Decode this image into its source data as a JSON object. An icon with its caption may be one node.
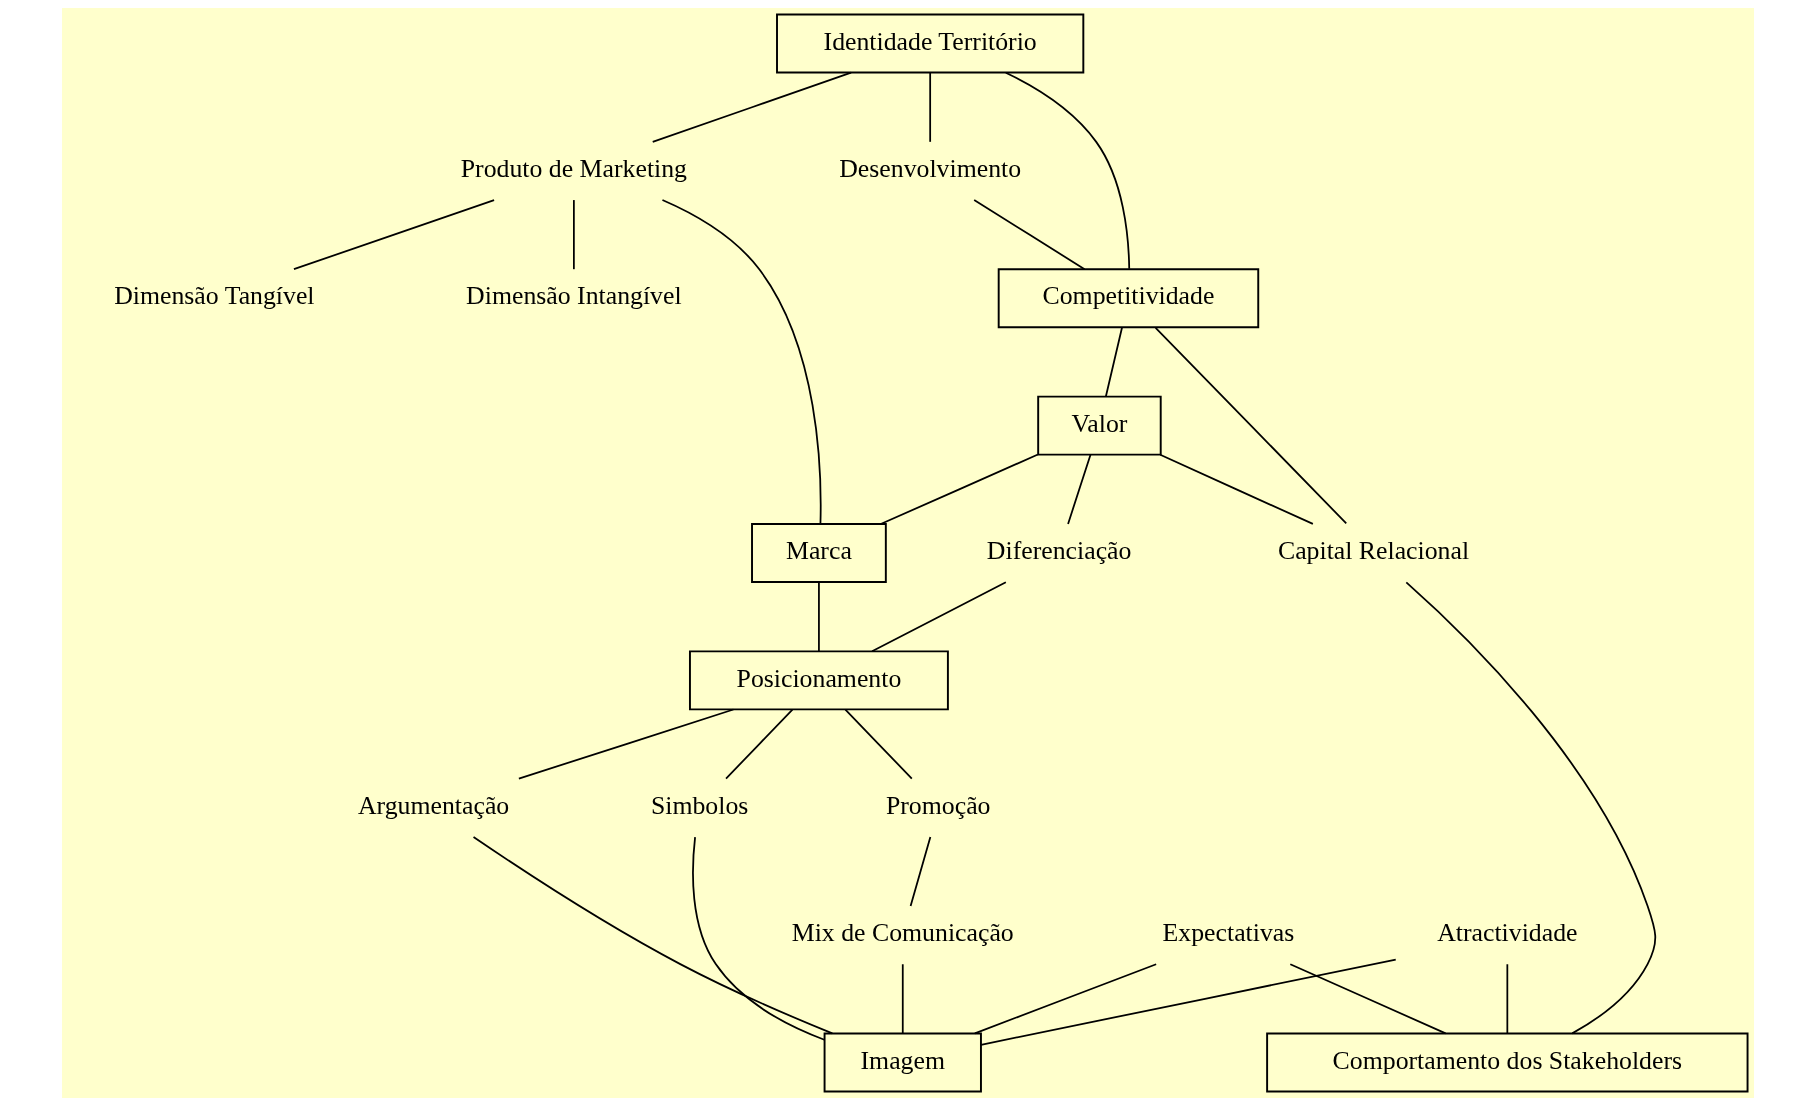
{
  "diagram": {
    "nodes": [
      {
        "text": [
          "Identidade Território"
        ]
      },
      {
        "text": [
          "Produto de Marketing"
        ]
      },
      {
        "text": [
          "Dimensão Tangível"
        ]
      },
      {
        "text": [
          "Dimensão Intangível"
        ]
      },
      {
        "text": [
          "Desenvolvimento"
        ]
      },
      {
        "text": [
          "Competitividade"
        ]
      },
      {
        "text": [
          "Valor"
        ]
      },
      {
        "text": [
          "Marca"
        ]
      },
      {
        "text": [
          "Diferenciação"
        ]
      },
      {
        "text": [
          "Posicionamento"
        ]
      },
      {
        "text": [
          "Capital Relacional"
        ]
      },
      {
        "text": [
          "Expectativas"
        ]
      },
      {
        "text": [
          "Argumentação"
        ]
      },
      {
        "text": [
          "Simbolos"
        ]
      },
      {
        "text": [
          "Promoção"
        ]
      },
      {
        "text": [
          "Mix de Comunicação"
        ]
      },
      {
        "text": [
          "Atractividade"
        ]
      },
      {
        "text": [
          "Imagem"
        ]
      },
      {
        "text": [
          "Comportamento dos Stakeholders"
        ]
      }
    ],
    "edges": [
      {
        "from": 0,
        "to": 1,
        "arrow": "none"
      },
      {
        "from": 1,
        "to": 2,
        "arrow": "none"
      },
      {
        "from": 1,
        "to": 3,
        "arrow": "none"
      },
      {
        "from": 1,
        "to": 7,
        "arrow": "none"
      },
      {
        "from": 0,
        "to": 4,
        "arrow": "none"
      },
      {
        "from": 4,
        "to": 5,
        "arrow": "none"
      },
      {
        "from": 0,
        "to": 5,
        "arrow": "none"
      },
      {
        "from": 5,
        "to": 6,
        "arrow": "none"
      },
      {
        "from": 6,
        "to": 7,
        "arrow": "none"
      },
      {
        "from": 6,
        "to": 8,
        "arrow": "none"
      },
      {
        "from": 7,
        "to": 9,
        "arrow": "none"
      },
      {
        "from": 8,
        "to": 9,
        "arrow": "none"
      },
      {
        "from": 5,
        "to": 10,
        "arrow": "none"
      },
      {
        "from": 6,
        "to": 10,
        "arrow": "none"
      },
      {
        "from": 10,
        "to": 18,
        "arrow": "none"
      },
      {
        "from": 9,
        "to": 12,
        "arrow": "none"
      },
      {
        "from": 9,
        "to": 13,
        "arrow": "none"
      },
      {
        "from": 9,
        "to": 14,
        "arrow": "none"
      },
      {
        "from": 14,
        "to": 15,
        "arrow": "none"
      },
      {
        "from": 15,
        "to": 17,
        "arrow": "none"
      },
      {
        "from": 11,
        "to": 18,
        "arrow": "none"
      },
      {
        "from": 11,
        "to": 17,
        "arrow": "none"
      },
      {
        "from": 16,
        "to": 18,
        "arrow": "none"
      },
      {
        "from": 16,
        "to": 17,
        "arrow": "none"
      },
      {
        "from": 12,
        "to": 17,
        "arrow": "none"
      },
      {
        "from": 13,
        "to": 17,
        "arrow": "none"
      }
    ]
  }
}
